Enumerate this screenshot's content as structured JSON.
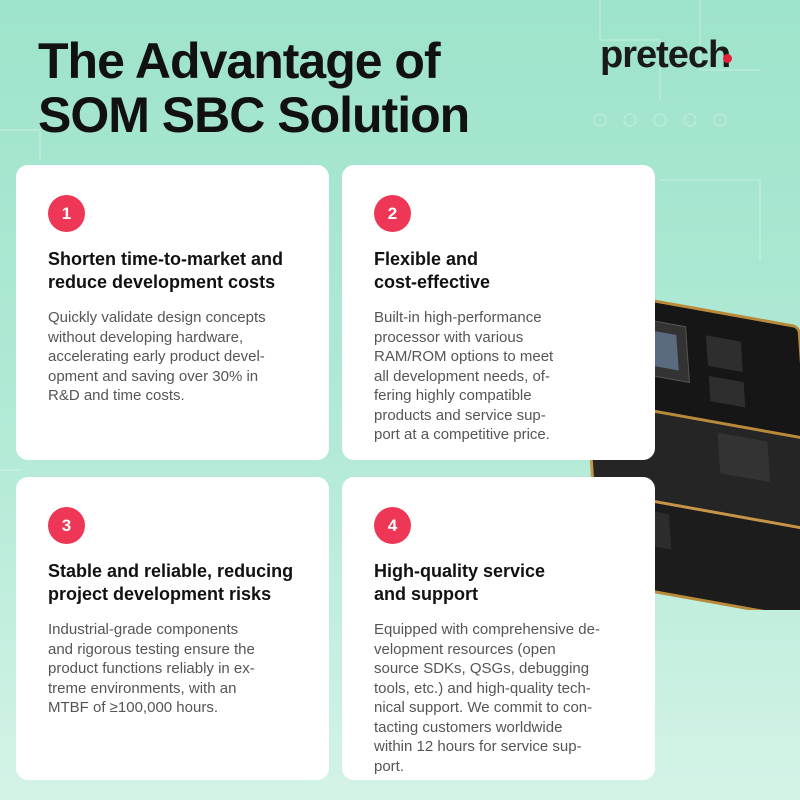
{
  "title_lines": [
    "The Advantage of",
    "SOM SBC Solution"
  ],
  "logo": "pretech",
  "accent": "#ee3757",
  "cards": [
    {
      "number": "1",
      "title": [
        "Shorten time-to-market and",
        "reduce development costs"
      ],
      "body": [
        "Quickly validate design concepts",
        "without developing hardware,",
        "accelerating early product devel-",
        "opment and saving over 30% in",
        "R&D and time costs."
      ]
    },
    {
      "number": "2",
      "title": [
        "Flexible and",
        "cost-effective"
      ],
      "body": [
        "Built-in high-performance",
        "processor with various",
        "RAM/ROM options to meet",
        "all development needs, of-",
        "fering highly compatible",
        "products and service sup-",
        "port at a competitive price."
      ]
    },
    {
      "number": "3",
      "title": [
        "Stable and reliable, reducing",
        "project development risks"
      ],
      "body": [
        "Industrial-grade components",
        "and rigorous testing ensure the",
        "product functions reliably in ex-",
        "treme environments, with an",
        "MTBF of ≥100,000 hours."
      ]
    },
    {
      "number": "4",
      "title": [
        "High-quality service",
        "and support"
      ],
      "body": [
        "Equipped with comprehensive de-",
        "velopment resources (open",
        "source SDKs, QSGs, debugging",
        "tools, etc.) and high-quality tech-",
        "nical support. We commit to con-",
        "tacting customers worldwide",
        "within 12 hours for service sup-",
        "port."
      ]
    }
  ]
}
